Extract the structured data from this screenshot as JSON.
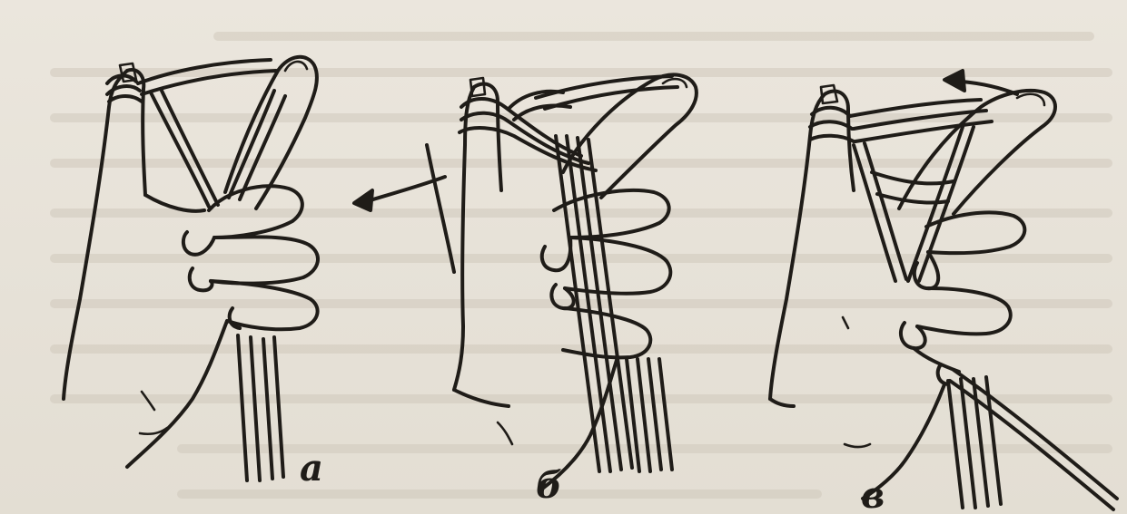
{
  "figure": {
    "panels": [
      {
        "id": "a",
        "label": "а"
      },
      {
        "id": "b",
        "label": "б"
      },
      {
        "id": "v",
        "label": "в"
      }
    ]
  },
  "colors": {
    "ink": "#1f1c18",
    "paper": "#e8e3da",
    "bleed_through": "#cfc8bc"
  }
}
